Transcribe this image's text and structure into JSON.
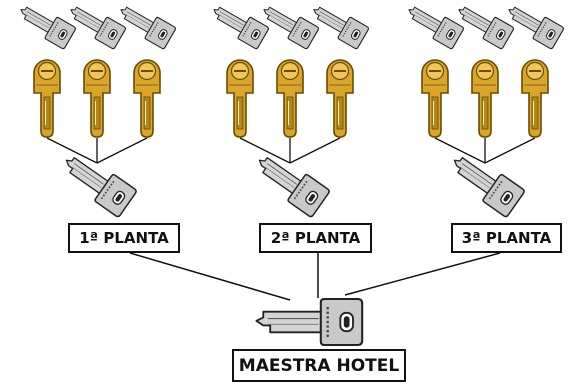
{
  "floors": [
    {
      "label": "1ª PLANTA",
      "room_keys": 3,
      "cylinders": 3
    },
    {
      "label": "2ª PLANTA",
      "room_keys": 3,
      "cylinders": 3
    },
    {
      "label": "3ª PLANTA",
      "room_keys": 3,
      "cylinders": 3
    }
  ],
  "master": {
    "label": "MAESTRA HOTEL"
  },
  "colors": {
    "key_silver": "#c9c9c9",
    "key_outline": "#222222",
    "cylinder_gold": "#d9a52a",
    "cylinder_outline": "#6b4b00",
    "line": "#111111"
  },
  "icons": [
    "room-key-icon",
    "lock-cylinder-icon",
    "floor-master-key-icon",
    "hotel-master-key-icon"
  ]
}
